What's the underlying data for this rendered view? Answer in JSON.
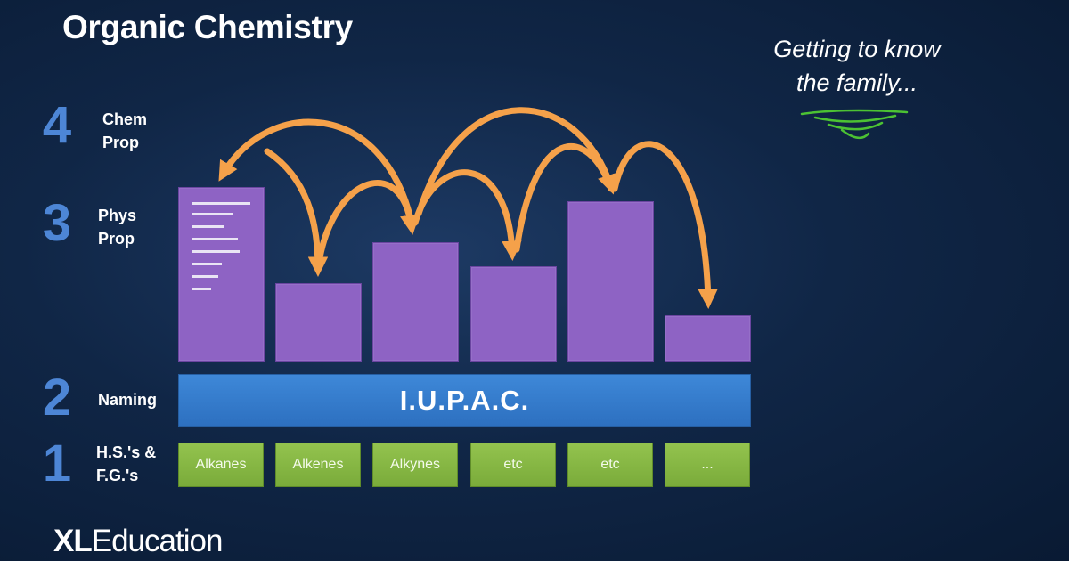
{
  "title": "Organic Chemistry",
  "tagline": [
    "Getting to know",
    "the family..."
  ],
  "levels": [
    {
      "num": "4",
      "label": [
        "Chem",
        "Prop"
      ]
    },
    {
      "num": "3",
      "label": [
        "Phys",
        "Prop"
      ]
    },
    {
      "num": "2",
      "label": [
        "Naming"
      ]
    },
    {
      "num": "1",
      "label": [
        "H.S.'s &",
        "F.G.'s"
      ]
    }
  ],
  "iupac_label": "I.U.P.A.C.",
  "families": [
    "Alkanes",
    "Alkenes",
    "Alkynes",
    "etc",
    "etc",
    "..."
  ],
  "brand": {
    "bold": "XL",
    "regular": "Education"
  },
  "colors": {
    "bar_fill": "#8e63c4",
    "iupac_fill": "#3e88d8",
    "family_fill": "#86b745",
    "arrow": "#f5a14a",
    "level_number": "#4d86d6",
    "scribble": "#4cc233"
  }
}
